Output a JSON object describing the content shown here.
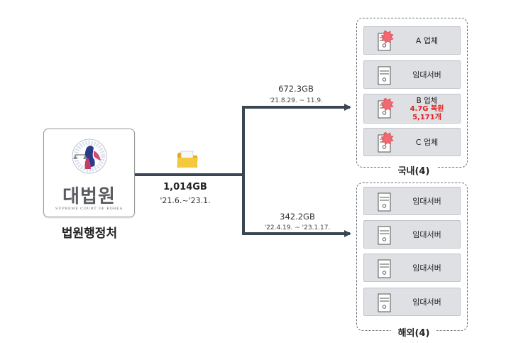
{
  "source": {
    "logo_text": "대법원",
    "logo_subtitle": "SUPREME COURT OF KOREA",
    "label": "법원행정처"
  },
  "transfers": {
    "main": {
      "size": "1,014GB",
      "period": "'21.6.~'23.1."
    },
    "domestic": {
      "size": "672.3GB",
      "period": "'21.8.29. ~ 11.9."
    },
    "overseas": {
      "size": "342.2GB",
      "period": "'22.4.19. ~ '23.1.17."
    }
  },
  "groups": {
    "domestic": {
      "label": "국내(4)",
      "items": [
        {
          "label": "A 업체",
          "infected": true
        },
        {
          "label": "임대서버",
          "infected": false
        },
        {
          "label": "B 업체",
          "infected": true,
          "note_line1": "4.7G 복원",
          "note_line2": "5,171개"
        },
        {
          "label": "C 업체",
          "infected": true
        }
      ]
    },
    "overseas": {
      "label": "해외(4)",
      "items": [
        {
          "label": "임대서버"
        },
        {
          "label": "임대서버"
        },
        {
          "label": "임대서버"
        },
        {
          "label": "임대서버"
        }
      ]
    }
  },
  "colors": {
    "connector": "#3a4654",
    "card_bg": "#dfe0e4",
    "alert_red": "#e41d1d",
    "folder_yellow": "#f2c230"
  },
  "icons": {
    "server": "server-icon",
    "infected_server": "infected-server-icon",
    "folder": "folder-icon"
  }
}
